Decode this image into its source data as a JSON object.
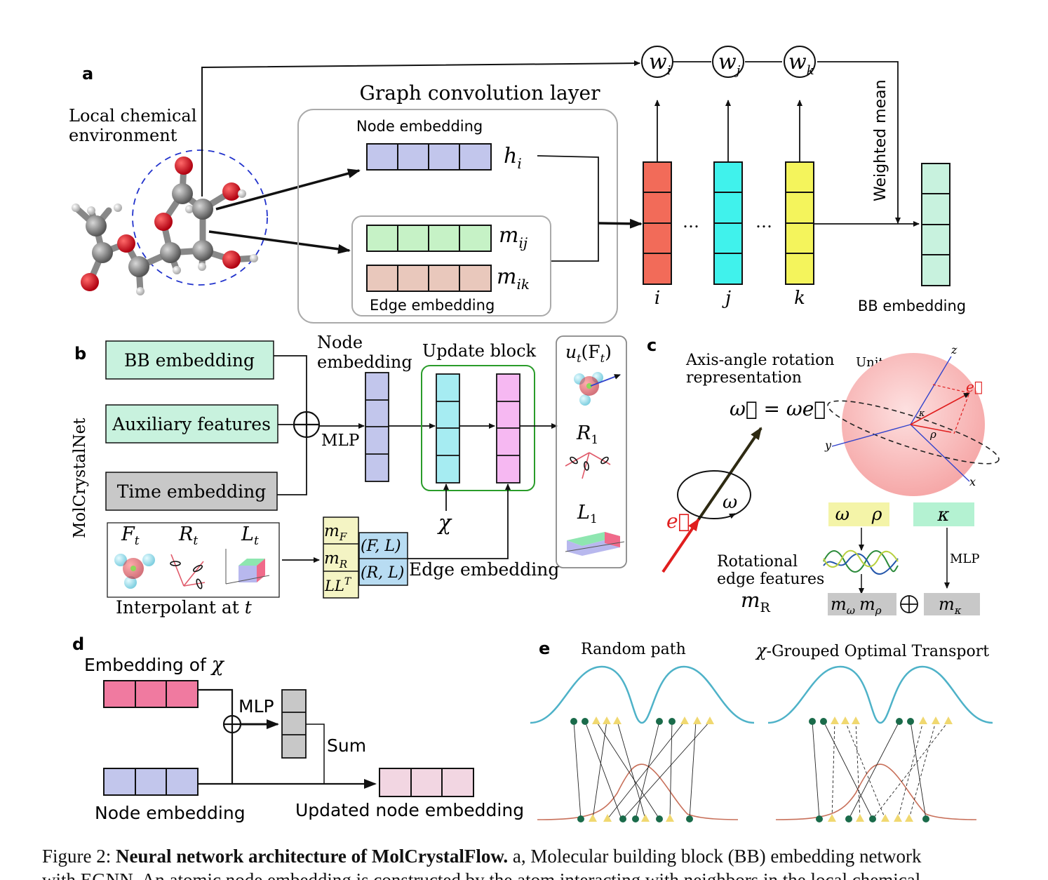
{
  "panel_a": {
    "letter": "a",
    "local_env": [
      "Local chemical",
      "environment"
    ],
    "gcl_title": "Graph convolution layer",
    "node_embedding": "Node embedding",
    "h_i": "h",
    "h_sub": "i",
    "m_ij": "m",
    "m_ij_sub": "ij",
    "m_ik": "m",
    "m_ik_sub": "ik",
    "edge_embedding": "Edge embedding",
    "weights": [
      "w",
      "w",
      "w"
    ],
    "weight_subs": [
      "i",
      "j",
      "k"
    ],
    "indices": [
      "i",
      "j",
      "k"
    ],
    "dots": "…",
    "weighted_mean": "Weighted mean",
    "bb_embedding": "BB embedding",
    "colors": {
      "i": "#f26b59",
      "j": "#40f2ec",
      "k": "#f4f45c",
      "bb": "#c8f2de",
      "node": "#c2c6ec",
      "edge_m": "#c6f2c6",
      "edge_k": "#e9c8bc"
    }
  },
  "panel_b": {
    "letter": "b",
    "side_label": "MolCrystalNet",
    "bb_embedding": "BB embedding",
    "aux_features": "Auxiliary features",
    "time_embedding": "Time embedding",
    "mlp": "MLP",
    "node_embedding": [
      "Node",
      "embedding"
    ],
    "update_block": "Update block",
    "chi": "χ",
    "u_t": "u",
    "u_t_sub": "t",
    "u_t_arg": "(F",
    "u_t_arg_sub": "t",
    "u_t_close": ")",
    "R1": "R",
    "R1_sub": "1",
    "L1": "L",
    "L1_sub": "1",
    "F_t": "F",
    "R_t": "R",
    "L_t": "L",
    "t_sub": "t",
    "interpolant": "Interpolant at ",
    "interpolant_t": "t",
    "mF": "m",
    "mF_sub": "F",
    "mR": "m",
    "mR_sub": "R",
    "LLT": "LL",
    "LLT_sup": "T",
    "FL": "(F, L)",
    "RL": "(R, L)",
    "edge_embedding": "Edge embedding"
  },
  "panel_c": {
    "letter": "c",
    "axis_angle": [
      "Axis-angle rotation",
      "representation"
    ],
    "unit_sphere": "Unit sphere",
    "omega_eq": "ω⃗ = ωe⃗",
    "omega": "ω",
    "e_vec": "e⃗",
    "axes": [
      "z",
      "y",
      "x"
    ],
    "kappa_small": "κ",
    "rho_small": "ρ",
    "omega_rho": "ω    ρ",
    "kappa": "κ",
    "mlp": "MLP",
    "rot_edge": [
      "Rotational",
      "edge features"
    ],
    "m_R": "m",
    "m_R_sub": "R",
    "m_omega": "m",
    "m_omega_sub": "ω",
    "m_rho": "m",
    "m_rho_sub": "ρ",
    "m_kappa": "m",
    "m_kappa_sub": "κ"
  },
  "panel_d": {
    "letter": "d",
    "embedding_of": "Embedding of ",
    "chi": "χ",
    "mlp": "MLP",
    "sum": "Sum",
    "node_embedding": "Node embedding",
    "updated": "Updated node embedding"
  },
  "panel_e": {
    "letter": "e",
    "random_path": "Random path",
    "chi": "χ",
    "grouped_ot": "-Grouped Optimal Transport"
  },
  "caption": {
    "prefix": "Figure 2: ",
    "bold": "Neural network architecture of MolCrystalFlow.",
    "rest": " a, Molecular building block (BB) embedding network",
    "line2": "with EGNN. An atomic node embedding is constructed by the atom interacting with neighbors in the local chemical"
  }
}
